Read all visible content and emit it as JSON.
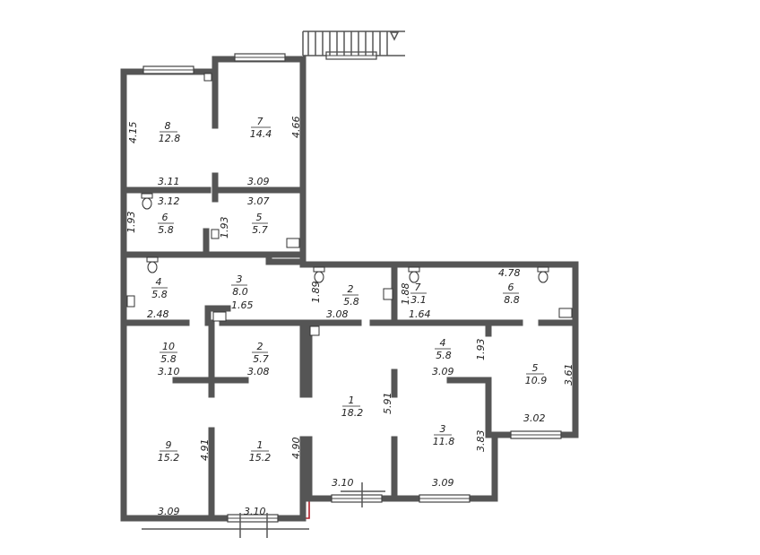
{
  "rooms": [
    {
      "id": "A8",
      "number": "8",
      "area": "12.8"
    },
    {
      "id": "A7",
      "number": "7",
      "area": "14.4"
    },
    {
      "id": "A6",
      "number": "6",
      "area": "5.8"
    },
    {
      "id": "A5",
      "number": "5",
      "area": "5.7"
    },
    {
      "id": "A4",
      "number": "4",
      "area": "5.8"
    },
    {
      "id": "A3",
      "number": "3",
      "area": "8.0"
    },
    {
      "id": "A10",
      "number": "10",
      "area": "5.8"
    },
    {
      "id": "A2",
      "number": "2",
      "area": "5.7"
    },
    {
      "id": "A9",
      "number": "9",
      "area": "15.2"
    },
    {
      "id": "A1",
      "number": "1",
      "area": "15.2"
    },
    {
      "id": "B2",
      "number": "2",
      "area": "5.8"
    },
    {
      "id": "B7",
      "number": "7",
      "area": "3.1"
    },
    {
      "id": "B6",
      "number": "6",
      "area": "8.8"
    },
    {
      "id": "B4",
      "number": "4",
      "area": "5.8"
    },
    {
      "id": "B5",
      "number": "5",
      "area": "10.9"
    },
    {
      "id": "B1",
      "number": "1",
      "area": "18.2"
    },
    {
      "id": "B3",
      "number": "3",
      "area": "11.8"
    }
  ],
  "dimensions": [
    {
      "id": "d415",
      "text": "4.15"
    },
    {
      "id": "d466",
      "text": "4.66"
    },
    {
      "id": "d311",
      "text": "3.11"
    },
    {
      "id": "d309a",
      "text": "3.09"
    },
    {
      "id": "d312",
      "text": "3.12"
    },
    {
      "id": "d307",
      "text": "3.07"
    },
    {
      "id": "d193a",
      "text": "1.93"
    },
    {
      "id": "d193b",
      "text": "1.93"
    },
    {
      "id": "d248",
      "text": "2.48"
    },
    {
      "id": "d165",
      "text": "1.65"
    },
    {
      "id": "d310a",
      "text": "3.10"
    },
    {
      "id": "d308a",
      "text": "3.08"
    },
    {
      "id": "d491",
      "text": "4.91"
    },
    {
      "id": "d490",
      "text": "4.90"
    },
    {
      "id": "d309b",
      "text": "3.09"
    },
    {
      "id": "d310b",
      "text": "3.10"
    },
    {
      "id": "d189",
      "text": "1.89"
    },
    {
      "id": "d188",
      "text": "1.88"
    },
    {
      "id": "d478",
      "text": "4.78"
    },
    {
      "id": "d308b",
      "text": "3.08"
    },
    {
      "id": "d164",
      "text": "1.64"
    },
    {
      "id": "d193c",
      "text": "1.93"
    },
    {
      "id": "d309c",
      "text": "3.09"
    },
    {
      "id": "d361",
      "text": "3.61"
    },
    {
      "id": "d591",
      "text": "5.91"
    },
    {
      "id": "d302",
      "text": "3.02"
    },
    {
      "id": "d383",
      "text": "3.83"
    },
    {
      "id": "d310c",
      "text": "3.10"
    },
    {
      "id": "d309d",
      "text": "3.09"
    }
  ]
}
